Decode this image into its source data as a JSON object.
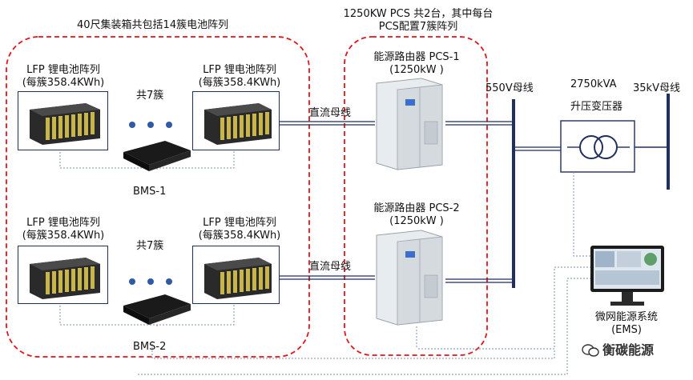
{
  "colors": {
    "dashed_border": "#e0141b",
    "bus_line": "#1f2f5e",
    "dotted_line": "#7a8fb8",
    "pcs_body": "#e8ecef",
    "battery_body": "#2a2a2a",
    "battery_cells": "#c9b64a"
  },
  "container": {
    "title": "40尺集装箱共包括14簇电池阵列"
  },
  "pcs_group": {
    "title_line1": "1250KW PCS 共2台，其中每台",
    "title_line2": "PCS配置7簇阵列"
  },
  "battery": {
    "name": "LFP 锂电池阵列",
    "capacity": "(每簇358.4KWh)"
  },
  "count_label": "共7簇",
  "bms": {
    "one": "BMS-1",
    "two": "BMS-2"
  },
  "dc_bus": {
    "top": "直流母线",
    "bottom": "直流母线"
  },
  "pcs1": {
    "name": "能源路由器 PCS-1",
    "power": "(1250kW )"
  },
  "pcs2": {
    "name": "能源路由器 PCS-2",
    "power": "(1250kW )"
  },
  "bus_550": "550V母线",
  "transformer": {
    "rating": "2750kVA",
    "name": "升压变压器"
  },
  "bus_35k": "35kV母线",
  "ems": {
    "name": "微网能源系统",
    "abbr": "(EMS)"
  },
  "watermark": {
    "text": "衡碳能源"
  }
}
